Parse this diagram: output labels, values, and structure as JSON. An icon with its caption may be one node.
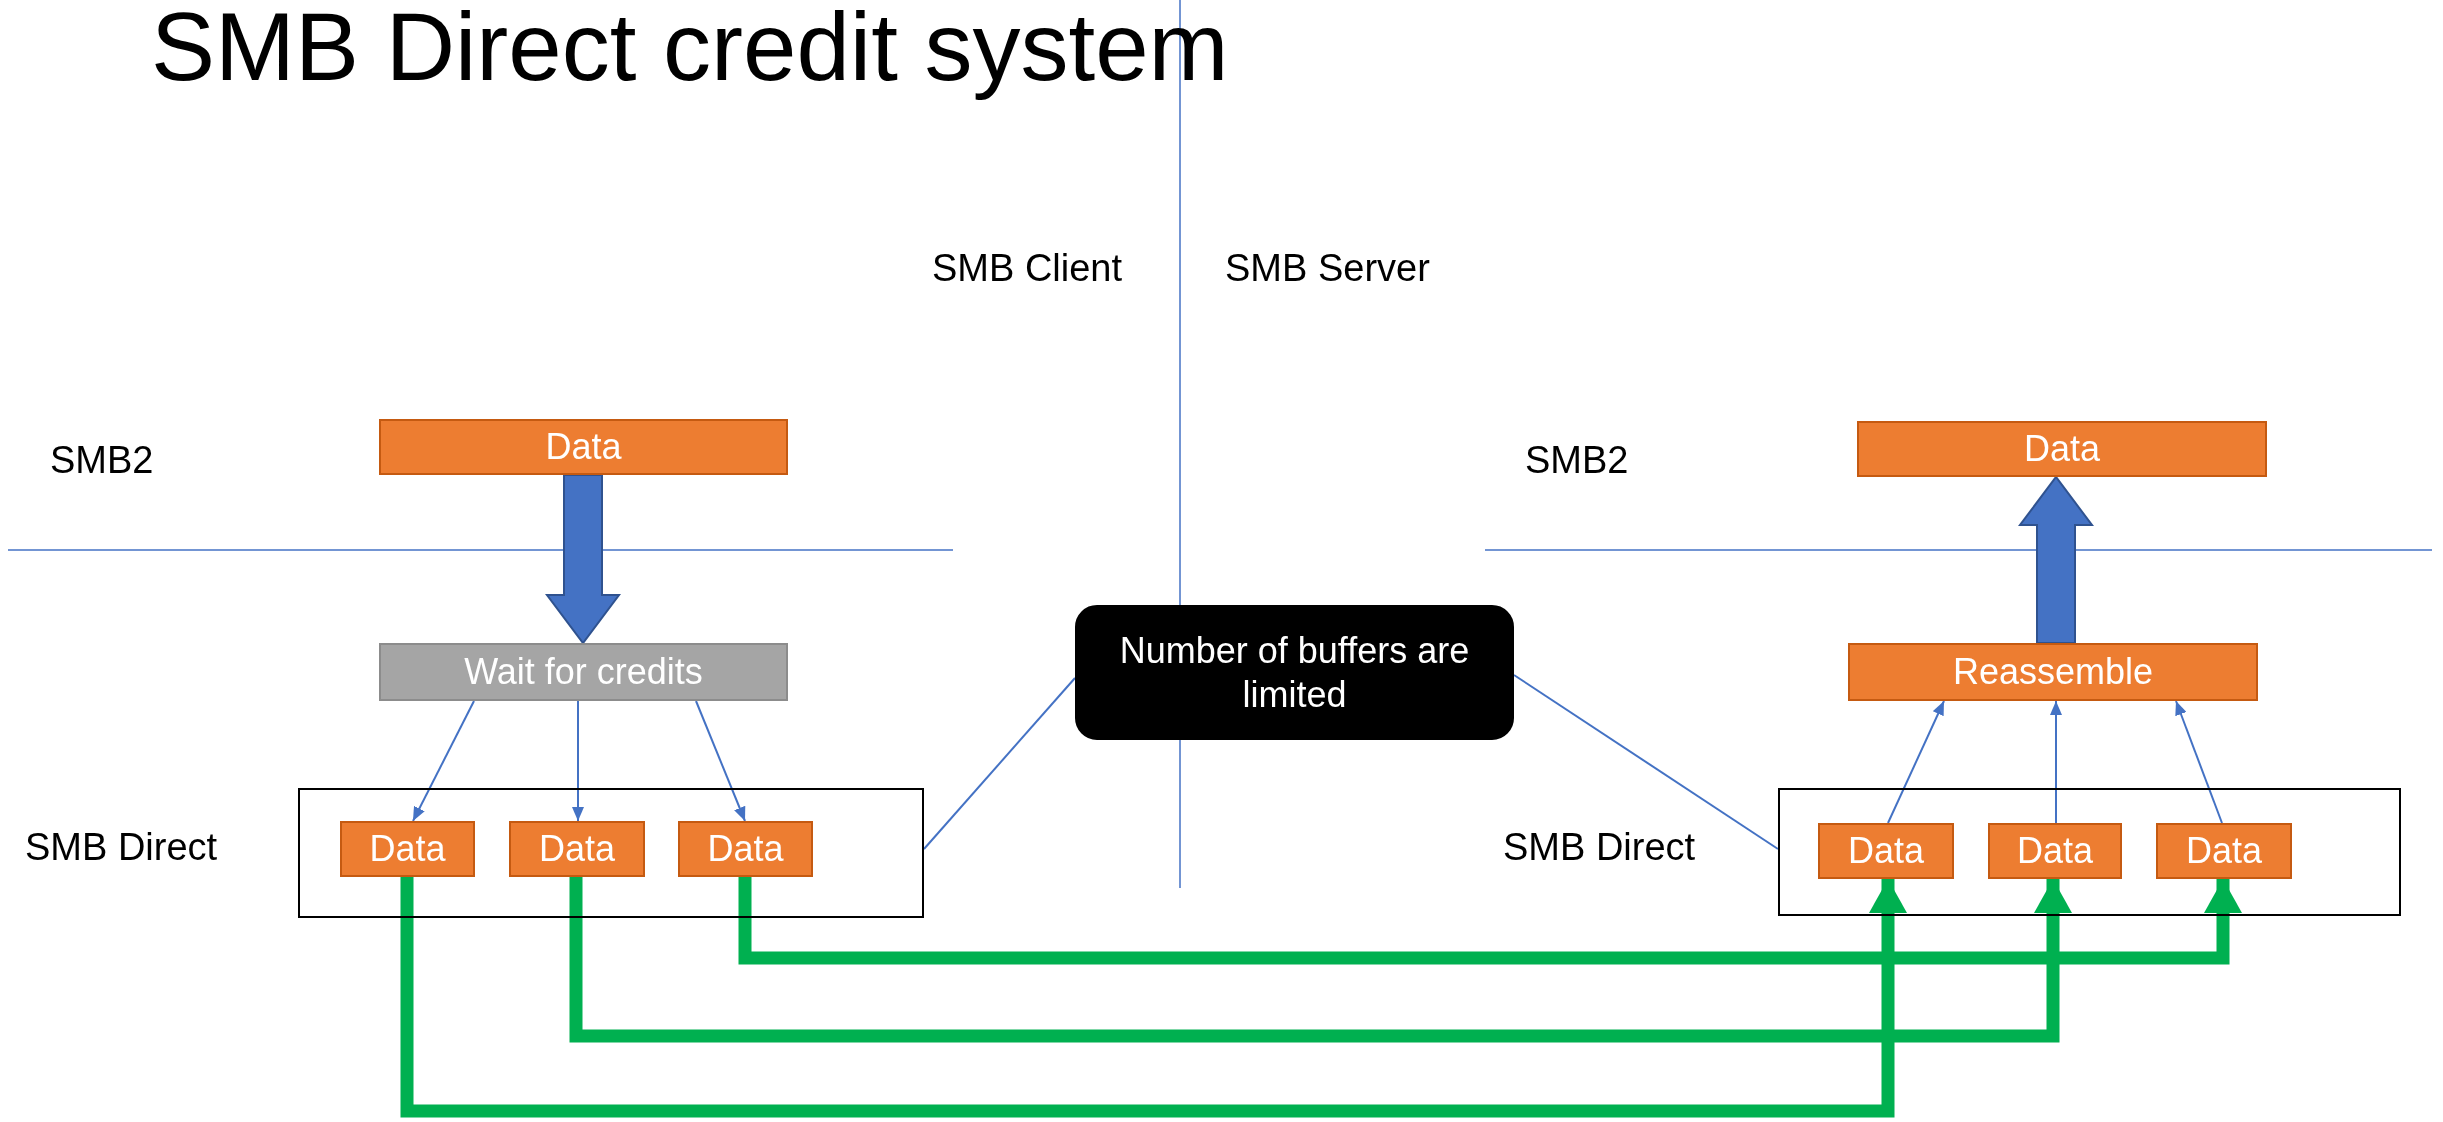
{
  "diagram": {
    "title": "SMB Direct credit system",
    "nodes": [
      {
        "text": [
          "Data"
        ]
      },
      {
        "text": [
          "Wait for credits"
        ]
      },
      {
        "text": [],
        "shape": "box"
      },
      {
        "text": [
          "Data"
        ],
        "in": 2
      },
      {
        "text": [
          "Data"
        ],
        "in": 2
      },
      {
        "text": [
          "Data"
        ],
        "in": 2
      },
      {
        "text": [
          "Number of buffers are limited"
        ]
      },
      {
        "text": [
          "Data"
        ]
      },
      {
        "text": [
          "Reassemble"
        ]
      },
      {
        "text": [],
        "shape": "box"
      },
      {
        "text": [
          "Data"
        ],
        "in": 9
      },
      {
        "text": [
          "Data"
        ],
        "in": 9
      },
      {
        "text": [
          "Data"
        ],
        "in": 9
      }
    ],
    "edges": [
      {
        "from": 0,
        "to": 1,
        "arrow": "to",
        "style": "thick"
      },
      {
        "from": 1,
        "to": 3,
        "arrow": "to"
      },
      {
        "from": 1,
        "to": 4,
        "arrow": "to"
      },
      {
        "from": 1,
        "to": 5,
        "arrow": "to"
      },
      {
        "from": 6,
        "to": 2,
        "arrow": "none"
      },
      {
        "from": 6,
        "to": 9,
        "arrow": "none"
      },
      {
        "from": 10,
        "to": 8,
        "arrow": "to"
      },
      {
        "from": 11,
        "to": 8,
        "arrow": "to"
      },
      {
        "from": 12,
        "to": 8,
        "arrow": "to"
      },
      {
        "from": 8,
        "to": 7,
        "arrow": "to",
        "style": "thick"
      },
      {
        "from": 3,
        "to": 10,
        "arrow": "to",
        "style": "thick",
        "color": "#00b050"
      },
      {
        "from": 4,
        "to": 11,
        "arrow": "to",
        "style": "thick",
        "color": "#00b050"
      },
      {
        "from": 5,
        "to": 12,
        "arrow": "to",
        "style": "thick",
        "color": "#00b050"
      }
    ],
    "labels": [
      "SMB Client",
      "SMB Server",
      "SMB2",
      "SMB2",
      "SMB Direct",
      "SMB Direct"
    ]
  }
}
